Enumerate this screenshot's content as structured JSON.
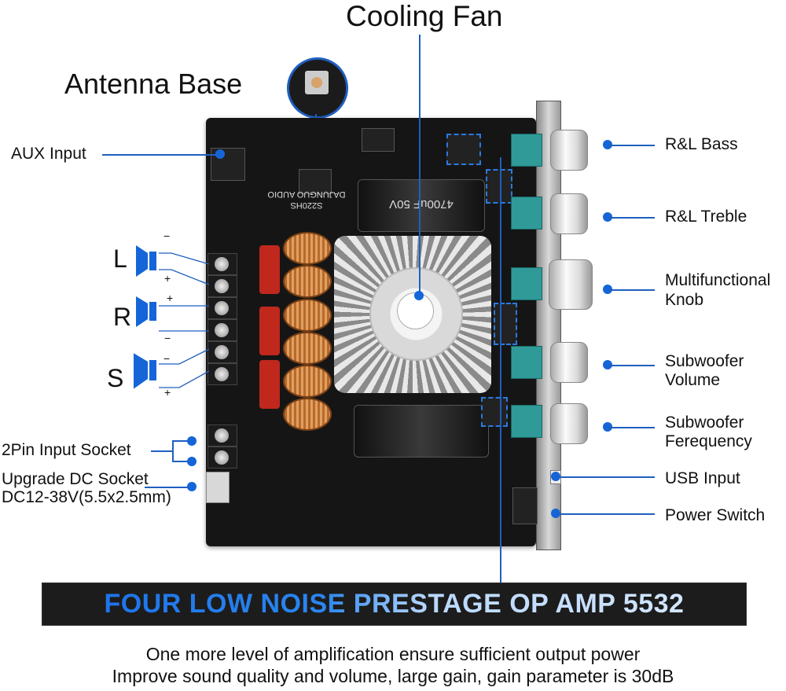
{
  "title": {
    "cooling_fan": "Cooling Fan",
    "antenna_base": "Antenna Base"
  },
  "left_labels": {
    "aux_input": "AUX Input",
    "pin_input_socket": "2Pin Input Socket",
    "dc_socket_line1": "Upgrade DC Socket",
    "dc_socket_line2": "DC12-38V(5.5x2.5mm)"
  },
  "speakers": [
    {
      "letter": "L",
      "top_sign": "−",
      "bottom_sign": "+"
    },
    {
      "letter": "R",
      "top_sign": "+",
      "bottom_sign": "−"
    },
    {
      "letter": "S",
      "top_sign": "−",
      "bottom_sign": "+"
    }
  ],
  "right_labels": [
    {
      "line1": "R&L Bass",
      "line2": ""
    },
    {
      "line1": "R&L Treble",
      "line2": ""
    },
    {
      "line1": "Multifunctional",
      "line2": "Knob"
    },
    {
      "line1": "Subwoofer",
      "line2": "Volume"
    },
    {
      "line1": "Subwoofer",
      "line2": "Ferequency"
    },
    {
      "line1": "USB Input",
      "line2": ""
    },
    {
      "line1": "Power Switch",
      "line2": ""
    }
  ],
  "pcb": {
    "brand": "DAJUNGUO AUDIO",
    "model": "S220HS",
    "capacitor": "4700uF 50V"
  },
  "banner": {
    "text": "FOUR LOW NOISE PRESTAGE OP AMP 5532",
    "color_start": "#1a6fe8",
    "color_end": "#d8e9ff"
  },
  "description": {
    "line1": "One more level of amplification ensure sufficient output power",
    "line2": "Improve sound quality and volume, large gain, gain parameter is 30dB"
  },
  "accent_color": "#1565d8"
}
